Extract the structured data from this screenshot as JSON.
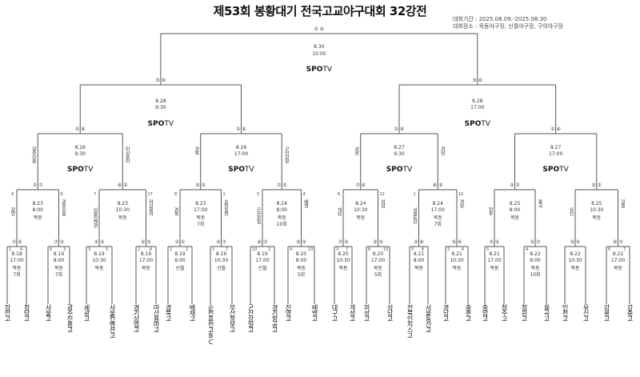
{
  "title": "제53회 봉황대기 전국고교야구대회 32강전",
  "info": {
    "period": "대회기간 : 2025.08.09.-2025.08.30",
    "venue": "대회장소 : 목동야구장, 신월야구장, 구의야구장"
  },
  "broadcaster": {
    "bold": "SPO",
    "rest": "TV"
  },
  "final": {
    "marker": "① ⑥",
    "date": "8.30",
    "time": "10:00"
  },
  "semis": [
    {
      "marker": "⑤ ⑥",
      "date": "8.28",
      "time": "9:30"
    },
    {
      "marker": "⑤ ⑥",
      "date": "8.28",
      "time": "17:00"
    }
  ],
  "quarters": [
    {
      "marker": "① ⑥",
      "date": "8.26",
      "time": "9:30",
      "left": "광주진흥",
      "right": "마산용마"
    },
    {
      "marker": "① ⑥",
      "date": "8.26",
      "time": "17:00",
      "left": "경북",
      "right": "군산상일"
    },
    {
      "marker": "① ⑥",
      "date": "8.27",
      "time": "9:30",
      "left": "성남",
      "right": "경남"
    },
    {
      "marker": "① ⑥",
      "date": "8.27",
      "time": "17:00",
      "left": "",
      "right": ""
    }
  ],
  "r16": [
    {
      "ln": "4",
      "rn": "6",
      "marker": "① ⑦",
      "date": "8.23",
      "time": "8:00",
      "venue": "목동",
      "extra": "",
      "left": "장안",
      "right": "광주진흥"
    },
    {
      "ln": "7",
      "rn": "17",
      "marker": "⑥ ①",
      "date": "8.23",
      "time": "10:30",
      "venue": "목동",
      "extra": "",
      "left": "서울컨벤션",
      "right": "마산용마"
    },
    {
      "ln": "8",
      "rn": "1",
      "marker": "⑤ ①",
      "date": "8.23",
      "time": "17:00",
      "venue": "목동",
      "extra": "7회",
      "left": "경북",
      "right": "순천효천"
    },
    {
      "ln": "5",
      "rn": "4",
      "marker": "⑦ ⑤",
      "date": "8.24",
      "time": "8:00",
      "venue": "목동",
      "extra": "10회",
      "left": "군산상일",
      "right": "배명"
    },
    {
      "ln": "6",
      "rn": "12",
      "marker": "⑦ ⑥",
      "date": "8.24",
      "time": "10:30",
      "venue": "목동",
      "extra": "",
      "left": "개성",
      "right": "성남"
    },
    {
      "ln": "1",
      "rn": "10",
      "marker": "⑥ ⑤",
      "date": "8.24",
      "time": "17:00",
      "venue": "목동",
      "extra": "7회",
      "left": "서울동산",
      "right": "경남"
    },
    {
      "ln": "",
      "rn": "",
      "marker": "② ①",
      "date": "8.25",
      "time": "8:00",
      "venue": "목동",
      "extra": "",
      "left": "청주",
      "right": "율곡"
    },
    {
      "ln": "",
      "rn": "",
      "marker": "⑤ ①",
      "date": "8.25",
      "time": "10:30",
      "venue": "목동",
      "extra": "",
      "left": "유신",
      "right": "강릉"
    }
  ],
  "r32": [
    {
      "ln": "1",
      "rn": "4",
      "marker": "⑦ ②",
      "date": "8.18",
      "time": "17:00",
      "venue": "목동",
      "extra": "7회"
    },
    {
      "ln": "6",
      "rn": "3",
      "marker": "⑦ ③",
      "date": "8.19",
      "time": "8:00",
      "venue": "목동",
      "extra": "7회"
    },
    {
      "ln": "3",
      "rn": "5",
      "marker": "① ⑤",
      "date": "8.19",
      "time": "10:30",
      "venue": "목동",
      "extra": ""
    },
    {
      "ln": "2",
      "rn": "8",
      "marker": "① ⑤",
      "date": "8.19",
      "time": "17:00",
      "venue": "목동",
      "extra": ""
    },
    {
      "ln": "1",
      "rn": "2",
      "marker": "② ①",
      "date": "8.19",
      "time": "8:00",
      "venue": "신월",
      "extra": ""
    },
    {
      "ln": "1",
      "rn": "7",
      "marker": "② ⑦",
      "date": "8.19",
      "time": "10:30",
      "venue": "신월",
      "extra": ""
    },
    {
      "ln": "10",
      "rn": "2",
      "marker": "⑥ ⑦",
      "date": "8.19",
      "time": "17:00",
      "venue": "신월",
      "extra": ""
    },
    {
      "ln": "4",
      "rn": "13",
      "marker": "⑤ ①",
      "date": "8.20",
      "time": "8:00",
      "venue": "목동",
      "extra": "5회"
    },
    {
      "ln": "3",
      "rn": "7",
      "marker": "⑦ ②",
      "date": "8.20",
      "time": "10:30",
      "venue": "목동",
      "extra": ""
    },
    {
      "ln": "8",
      "rn": "15",
      "marker": "⑤ ②",
      "date": "8.20",
      "time": "17:00",
      "venue": "목동",
      "extra": "5회"
    },
    {
      "ln": "5",
      "rn": "6",
      "marker": "② ⑥",
      "date": "8.21",
      "time": "8:00",
      "venue": "목동",
      "extra": ""
    },
    {
      "ln": "2",
      "rn": "6",
      "marker": "⑤ ⑥",
      "date": "8.21",
      "time": "10:30",
      "venue": "목동",
      "extra": ""
    },
    {
      "ln": "5",
      "rn": "",
      "marker": "① ①",
      "date": "8.21",
      "time": "17:00",
      "venue": "목동",
      "extra": ""
    },
    {
      "ln": "4",
      "rn": "",
      "marker": "① ⑦",
      "date": "8.22",
      "time": "8:00",
      "venue": "목동",
      "extra": "10회"
    },
    {
      "ln": "",
      "rn": "",
      "marker": "⑤ ①",
      "date": "8.22",
      "time": "10:30",
      "venue": "목동",
      "extra": ""
    },
    {
      "ln": "6",
      "rn": "7",
      "marker": "⑥ ⑦",
      "date": "8.22",
      "time": "17:00",
      "venue": "목동",
      "extra": ""
    }
  ],
  "teams": [
    "장안고",
    "청담고",
    "서울고",
    "광주진흥고",
    "세광고",
    "서울컨벤션고",
    "경기상업고",
    "마산용마고",
    "경북고",
    "배재고",
    "순천효천고BC",
    "부산정보고",
    "군산상일고",
    "경기항공고",
    "진영고",
    "배명고",
    "대구고",
    "개성고",
    "의성고",
    "성남고",
    "전북인지스고",
    "서울동산고",
    "경남고",
    "충훈고",
    "충암고",
    "청주고",
    "청원고",
    "율곡고",
    "인천고",
    "유신고",
    "강릉고",
    "강충고"
  ]
}
